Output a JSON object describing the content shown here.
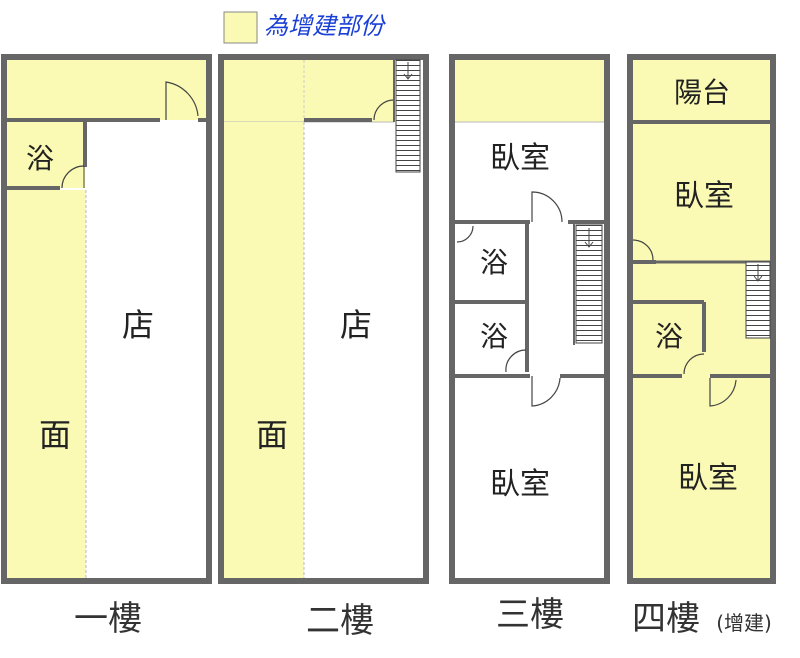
{
  "legend": {
    "label": "為增建部份",
    "swatch_color": "#fafab4"
  },
  "colors": {
    "wall": "#666666",
    "addition": "#fafab4",
    "room": "#ffffff",
    "legend_text": "#1a3fd6"
  },
  "floors": [
    {
      "label": "一樓",
      "suffix": "",
      "rooms": [
        "浴",
        "店",
        "面"
      ]
    },
    {
      "label": "二樓",
      "suffix": "",
      "rooms": [
        "店",
        "面"
      ]
    },
    {
      "label": "三樓",
      "suffix": "",
      "rooms": [
        "臥室",
        "浴",
        "浴",
        "臥室"
      ]
    },
    {
      "label": "四樓",
      "suffix": "(增建)",
      "rooms": [
        "陽台",
        "臥室",
        "浴",
        "臥室"
      ]
    }
  ],
  "icons": [
    "door-swing-icon",
    "stairs-icon"
  ]
}
